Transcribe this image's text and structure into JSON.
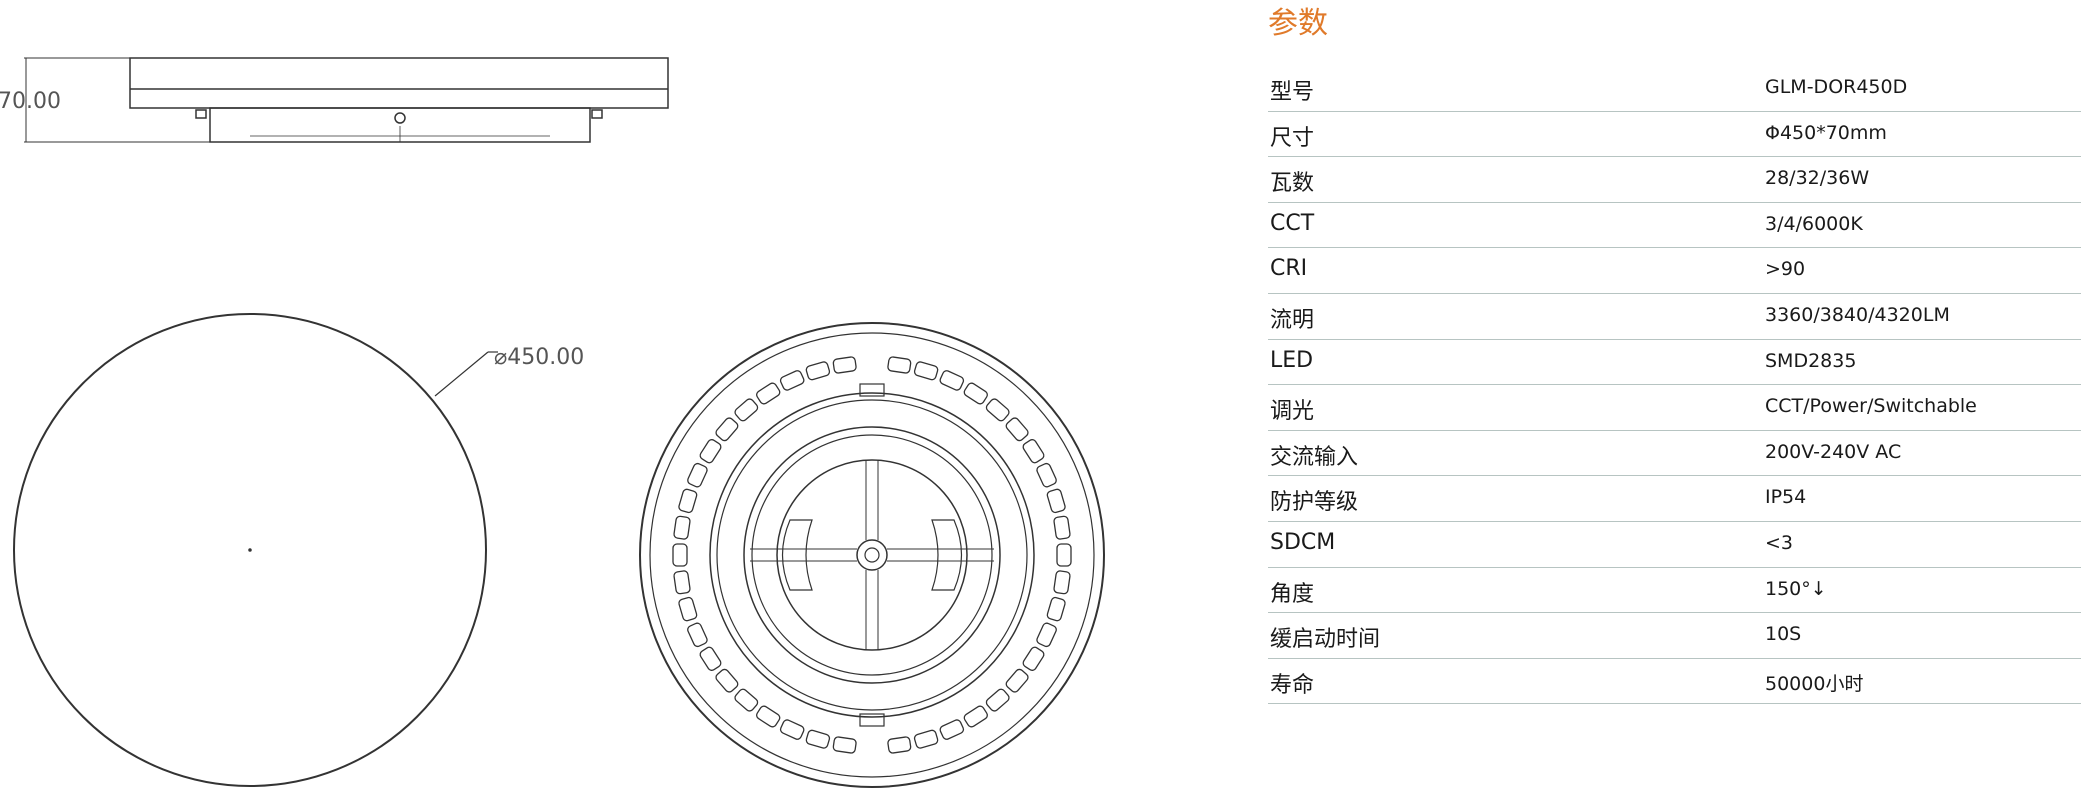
{
  "drawing": {
    "height_dim": "70.00",
    "diameter_dim": "⌀450.00"
  },
  "spec": {
    "title": "参数",
    "rows": [
      {
        "key": "型号",
        "value": "GLM-DOR450D"
      },
      {
        "key": "尺寸",
        "value": "Φ450*70mm"
      },
      {
        "key": "瓦数",
        "value": "28/32/36W"
      },
      {
        "key": "CCT",
        "value": "3/4/6000K"
      },
      {
        "key": "CRI",
        "value": ">90"
      },
      {
        "key": "流明",
        "value": "3360/3840/4320LM"
      },
      {
        "key": "LED",
        "value": "SMD2835"
      },
      {
        "key": "调光",
        "value": "CCT/Power/Switchable"
      },
      {
        "key": "交流输入",
        "value": "200V-240V AC"
      },
      {
        "key": "防护等级",
        "value": "IP54"
      },
      {
        "key": "SDCM",
        "value": "<3"
      },
      {
        "key": "角度",
        "value": "150°↓"
      },
      {
        "key": "缓启动时间",
        "value": "10S"
      },
      {
        "key": "寿命",
        "value": "50000小时"
      }
    ]
  }
}
